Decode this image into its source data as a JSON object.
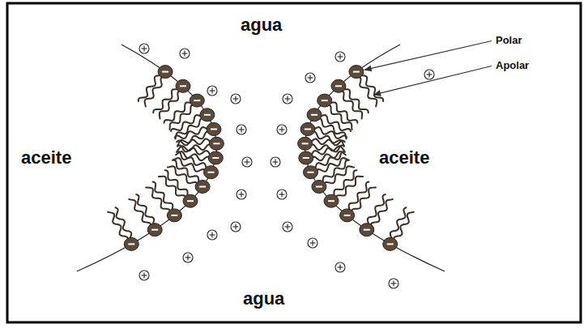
{
  "diagram": {
    "labels": [
      "agua",
      "aceite",
      "aceite",
      "agua",
      "Polar",
      "Apolar"
    ]
  }
}
